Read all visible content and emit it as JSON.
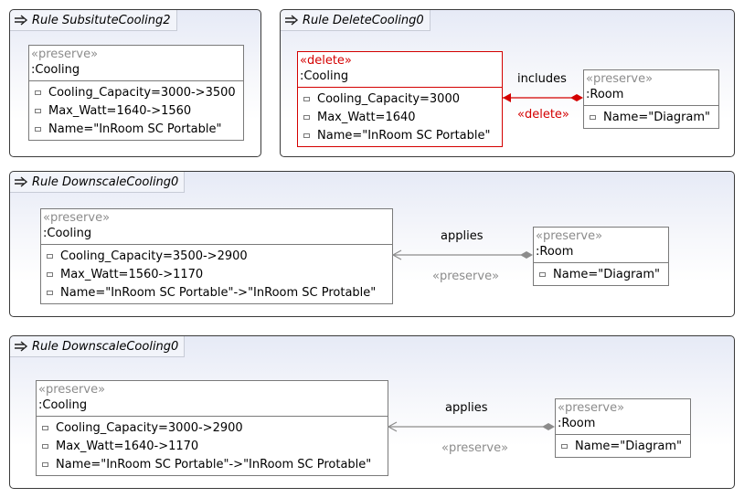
{
  "rules": [
    {
      "title": "Rule SubsituteCooling2",
      "nodes": [
        {
          "stereotype": "«preserve»",
          "name": ":Cooling",
          "attrs": [
            "Cooling_Capacity=3000->3500",
            "Max_Watt=1640->1560",
            "Name=\"InRoom SC Portable\""
          ]
        }
      ]
    },
    {
      "title": "Rule DeleteCooling0",
      "nodes": [
        {
          "stereotype": "«delete»",
          "name": ":Cooling",
          "attrs": [
            "Cooling_Capacity=3000",
            "Max_Watt=1640",
            "Name=\"InRoom SC Portable\""
          ]
        },
        {
          "stereotype": "«preserve»",
          "name": ":Room",
          "attrs": [
            "Name=\"Diagram\""
          ]
        }
      ],
      "edge": {
        "label": "includes",
        "stereotype": "«delete»"
      }
    },
    {
      "title": "Rule DownscaleCooling0",
      "nodes": [
        {
          "stereotype": "«preserve»",
          "name": ":Cooling",
          "attrs": [
            "Cooling_Capacity=3500->2900",
            "Max_Watt=1560->1170",
            "Name=\"InRoom SC Portable\"->\"InRoom SC Protable\""
          ]
        },
        {
          "stereotype": "«preserve»",
          "name": ":Room",
          "attrs": [
            "Name=\"Diagram\""
          ]
        }
      ],
      "edge": {
        "label": "applies",
        "stereotype": "«preserve»"
      }
    },
    {
      "title": "Rule DownscaleCooling0",
      "nodes": [
        {
          "stereotype": "«preserve»",
          "name": ":Cooling",
          "attrs": [
            "Cooling_Capacity=3000->2900",
            "Max_Watt=1640->1170",
            "Name=\"InRoom SC Portable\"->\"InRoom SC Protable\""
          ]
        },
        {
          "stereotype": "«preserve»",
          "name": ":Room",
          "attrs": [
            "Name=\"Diagram\""
          ]
        }
      ],
      "edge": {
        "label": "applies",
        "stereotype": "«preserve»"
      }
    }
  ],
  "colors": {
    "delete": "#d40000",
    "preserve": "#8c8c8c",
    "edge_preserve": "#8c8c8c"
  }
}
